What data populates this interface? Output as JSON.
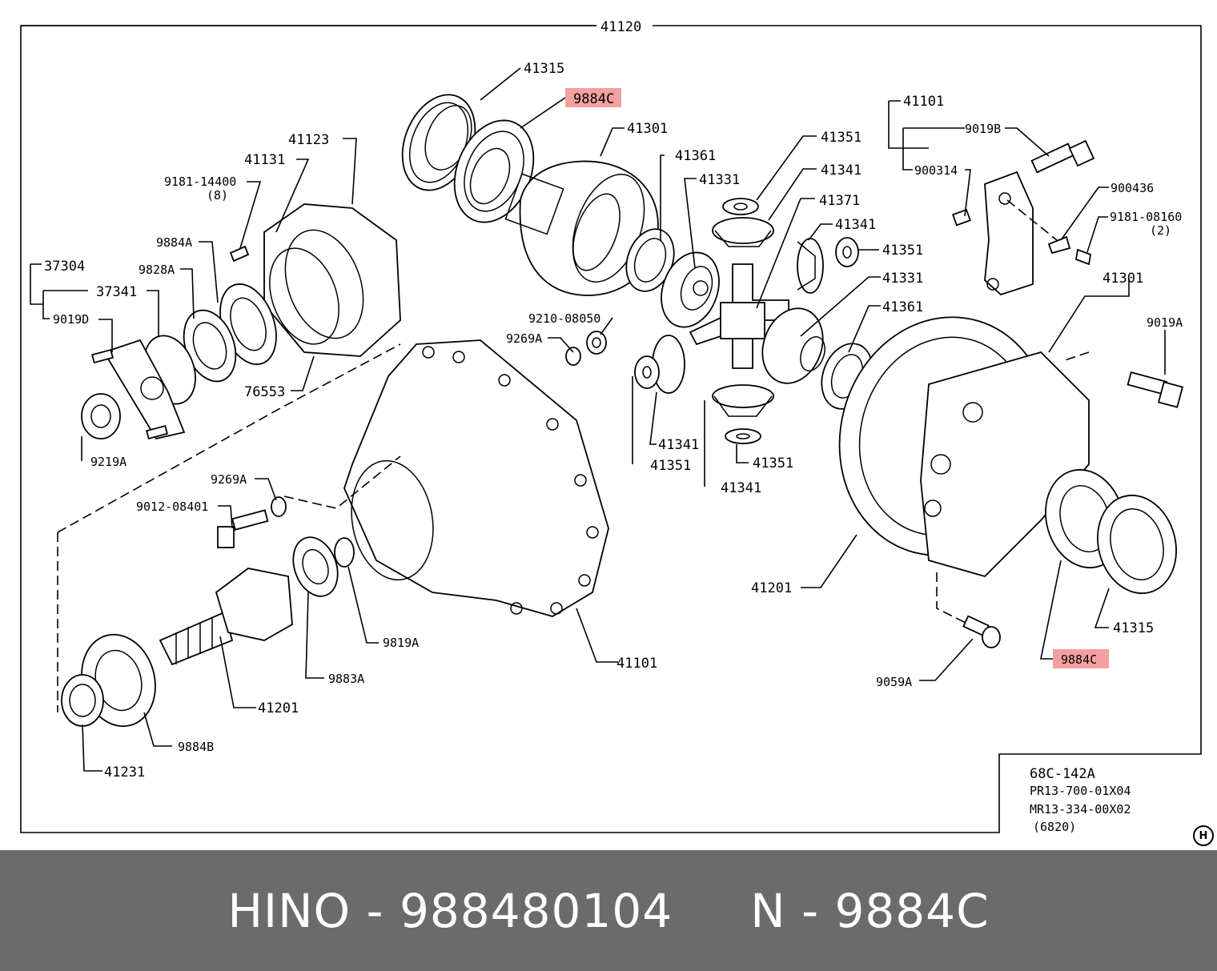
{
  "diagram": {
    "frame_label": "41120",
    "labels": {
      "l41315_top": "41315",
      "l9884c_top": "9884C",
      "l41301_top": "41301",
      "l41123": "41123",
      "l41131": "41131",
      "l9181_14400": "9181-14400",
      "l8": "(8)",
      "l9884a": "9884A",
      "l9828a": "9828A",
      "l37304": "37304",
      "l37341": "37341",
      "l9019d": "9019D",
      "l76553": "76553",
      "l9219a": "9219A",
      "l41361_top": "41361",
      "l41331_top": "41331",
      "l41351_top": "41351",
      "l41341_top": "41341",
      "l41371": "41371",
      "l41341_mid": "41341",
      "l41351_mid": "41351",
      "l41331_mid": "41331",
      "l41361_mid": "41361",
      "l9210_08050": "9210-08050",
      "l9269a_top": "9269A",
      "l41341_low": "41341",
      "l41351_low": "41351",
      "l41351_low2": "41351",
      "l41341_bot": "41341",
      "l41101_top": "41101",
      "l9019b": "9019B",
      "l900314": "900314",
      "l900436": "900436",
      "l9181_08160": "9181-08160",
      "l2": "(2)",
      "l41301_right": "41301",
      "l9019a": "9019A",
      "l9269a_low": "9269A",
      "l9012_08401": "9012-08401",
      "l41201_right": "41201",
      "l41315_right": "41315",
      "l9884c_right": "9884C",
      "l9059a": "9059A",
      "l9819a": "9819A",
      "l41101_bot": "41101",
      "l9883a": "9883A",
      "l41201_bot": "41201",
      "l9884b": "9884B",
      "l41231": "41231"
    },
    "info_box": {
      "line1": "68C-142A",
      "line2": "PR13-700-01X04",
      "line3": "MR13-334-00X02",
      "line4": "(6820)"
    },
    "highlight_color": "#f4a0a0"
  },
  "help_icon_label": "H",
  "footer": {
    "text": "HINO - 988480104     N - 9884C"
  }
}
